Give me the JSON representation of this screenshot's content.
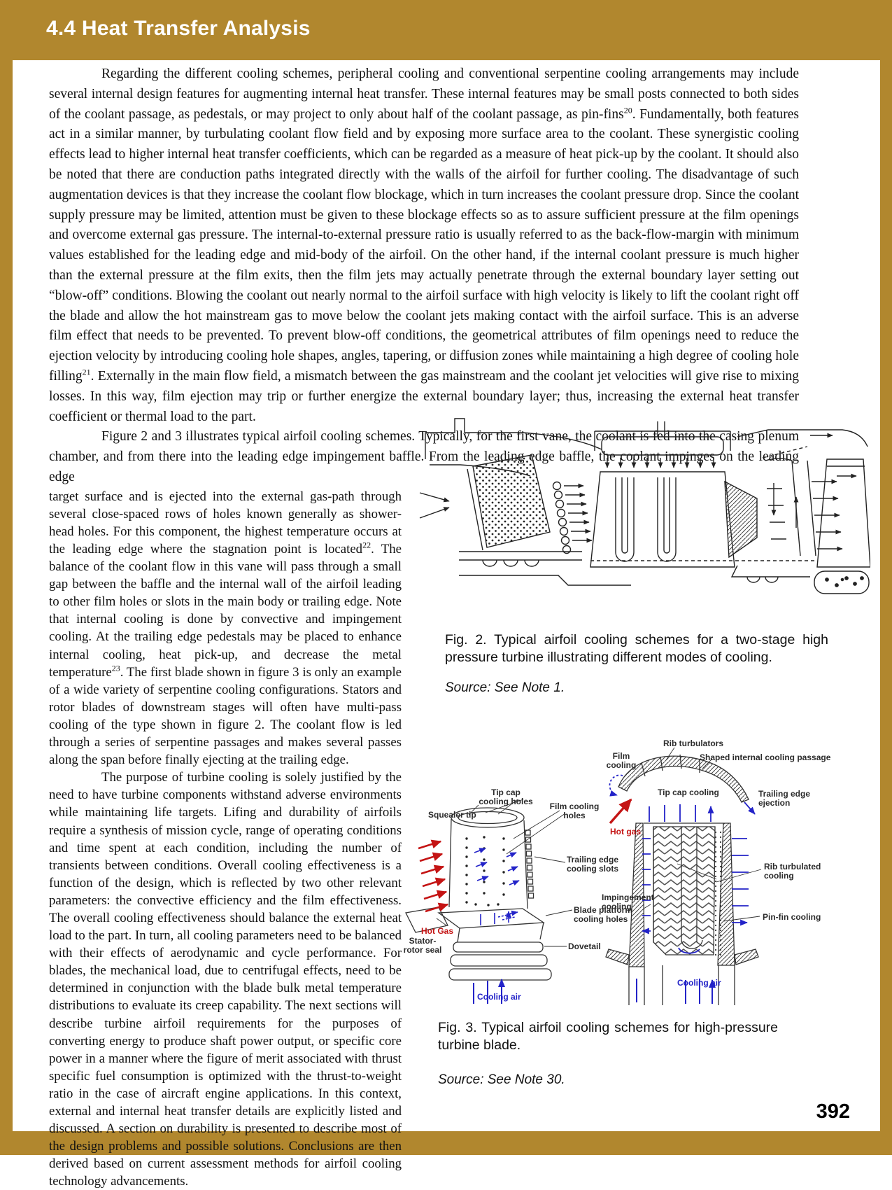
{
  "header": {
    "section_title": "4.4 Heat Transfer Analysis"
  },
  "page": {
    "number": "392"
  },
  "colors": {
    "frame_gold": "#b1872e",
    "hot_gas_red": "#c41414",
    "cooling_air_blue": "#2323c8",
    "ink": "#111111"
  },
  "body": {
    "para1": {
      "t1": "Regarding the different cooling schemes, peripheral cooling and conventional serpentine cooling arrangements may include several internal design features for augmenting internal heat transfer. These internal features may be small posts connected to both sides of the coolant passage, as pedestals, or may project to only about half of the coolant passage, as pin-fins",
      "sup1": "20",
      "t2": ". Fundamentally, both features act in a similar manner, by turbulating coolant flow field and by exposing more surface area to the coolant. These synergistic cooling effects lead to higher internal heat transfer coefficients, which can be regarded as a measure of heat pick-up by the coolant. It should also be noted that there are conduction paths integrated directly with the walls of the airfoil for further cooling. The disadvantage of such augmentation devices is that they increase the coolant flow blockage, which in turn increases the coolant pressure drop. Since the coolant supply pressure may be limited, attention must be given to these blockage effects so as to assure sufficient pressure at the film openings and overcome external gas pressure. The internal-to-external pressure ratio is usually referred to as the back-flow-margin with minimum values established for the leading edge and mid-body of the airfoil. On the other hand, if the internal coolant pressure is much higher than the external pressure at the film exits, then the film jets may actually penetrate through the external boundary layer setting out “blow-off” conditions. Blowing the coolant out nearly normal to the airfoil surface with high velocity is likely to lift the coolant right off the blade and allow the hot mainstream gas to move below the coolant jets making contact with the airfoil surface. This is an adverse film effect that needs to be prevented. To prevent blow-off conditions, the geometrical attributes of film openings need to reduce the ejection velocity by introducing cooling hole shapes, angles, tapering, or diffusion zones while maintaining a high degree of cooling hole filling",
      "sup2": "21",
      "t3": ". Externally in the main flow field, a mismatch between the gas mainstream and the coolant jet velocities will give rise to mixing losses. In this way, film ejection may trip or further energize the external boundary layer; thus, increasing the external heat transfer coefficient or thermal load to the part."
    },
    "para2_intro": "Figure 2 and 3 illustrates typical airfoil cooling schemes. Typically, for the first vane, the coolant is fed into the casing plenum chamber, and from there into the leading edge impingement baffle. From the leading edge baffle, the coolant impinges on the leading edge",
    "para2_rest": {
      "t1": "target surface and is ejected into the external gas-path through several close-spaced rows of holes known generally as shower-head holes. For this component, the highest temperature occurs at the leading edge where the stagnation point is located",
      "sup1": "22",
      "t2": ". The balance of the coolant flow in this vane will pass through a small gap between the baffle and the internal wall of the airfoil leading to other film holes or slots in the main body or trailing edge. Note that internal cooling is done by convective and impingement cooling. At the trailing edge pedestals may be placed to enhance internal cooling, heat pick-up, and decrease the metal temperature",
      "sup2": "23",
      "t3": ".  The first blade shown in figure 3 is only an example of a wide variety of serpentine cooling configurations. Stators and rotor blades of downstream stages will often have multi-pass cooling of the type shown in figure 2. The coolant flow is led through a series of serpentine passages and makes several passes along the span before finally ejecting at the trailing edge."
    },
    "para3": "The purpose of turbine cooling is solely justified by the need to have turbine components withstand adverse environments while maintaining life targets. Lifing and durability of airfoils require a synthesis of mission cycle, range of operating conditions and time spent at each condition, including the number of transients between conditions.  Overall cooling effectiveness is a function of the design, which is reflected by two other relevant parameters: the convective efficiency and the film effectiveness. The overall cooling effectiveness should balance the external heat load to the part. In turn, all cooling parameters need to be balanced with their effects of aerodynamic and cycle performance. For blades, the mechanical load, due to centrifugal effects, need to be determined in conjunction with the blade bulk metal temperature distributions to evaluate its creep capability.  The next sections will describe turbine airfoil requirements for the purposes of converting energy to produce shaft power output, or specific core power in a manner where the figure of merit associated with thrust specific fuel consumption is optimized with the thrust-to-weight ratio in the case of aircraft engine applications.  In this context, external and internal heat transfer details are explicitly listed and discussed. A section on durability is presented to describe most of the design problems and possible solutions. Conclusions are then derived based on current assessment methods for airfoil cooling technology advancements."
  },
  "fig2": {
    "caption": "Fig. 2. Typical airfoil cooling schemes for a two-stage high pressure turbine  illustrating different modes of cooling.",
    "source": "Source: See Note 1."
  },
  "fig3": {
    "caption": "Fig. 3. Typical airfoil cooling schemes for high-pressure turbine  blade.",
    "source": "Source: See Note 30.",
    "labels": {
      "tip_cap_holes": "Tip cap cooling holes",
      "squealer_tip": "Squealer tip",
      "film_cooling_holes": "Film cooling holes",
      "hot_gas_left": "Hot Gas",
      "trailing_edge_slots": "Trailing edge cooling slots",
      "blade_platform": "Blade platform cooling holes",
      "stator_rotor_seal": "Stator-rotor seal",
      "dovetail": "Dovetail",
      "cooling_air_left": "Cooling air",
      "film_cooling": "Film cooling",
      "rib_turbulators": "Rib turbulators",
      "shaped_passage": "Shaped internal cooling passage",
      "hot_gas_right": "Hot gas",
      "tip_cap_cooling": "Tip cap cooling",
      "trailing_edge_ejection": "Trailing edge ejection",
      "impingement_cooling": "Impingement cooling",
      "rib_turbulated": "Rib turbulated cooling",
      "pin_fin": "Pin-fin cooling",
      "cooling_air_right": "Cooling air"
    }
  }
}
